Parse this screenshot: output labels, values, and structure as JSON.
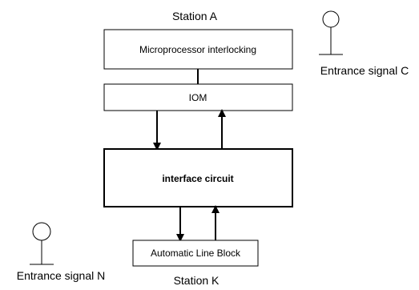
{
  "diagram": {
    "station_a_label": "Station A",
    "station_k_label": "Station K",
    "microprocessor_label": "Microprocessor interlocking",
    "iom_label": "IOM",
    "interface_label": "interface circuit",
    "alb_label": "Automatic Line Block",
    "signal_c_label": "Entrance signal C",
    "signal_n_label": "Entrance signal N"
  },
  "colors": {
    "stroke": "#000000",
    "background": "#ffffff"
  }
}
